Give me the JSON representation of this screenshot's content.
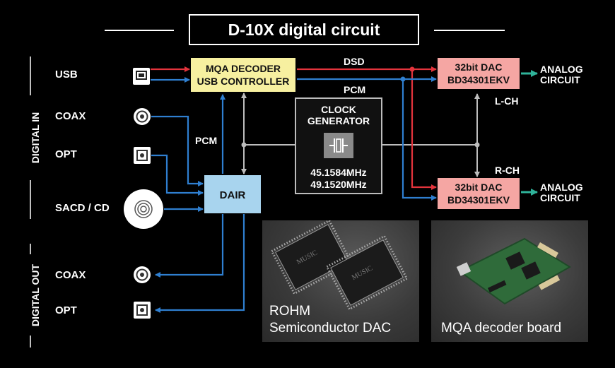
{
  "title": "D-10X digital circuit",
  "sections": {
    "digital_in": "DIGITAL IN",
    "digital_out": "DIGITAL OUT"
  },
  "inputs": {
    "usb": "USB",
    "coax": "COAX",
    "opt": "OPT",
    "sacd": "SACD / CD"
  },
  "outputs": {
    "coax": "COAX",
    "opt": "OPT"
  },
  "blocks": {
    "mqa_line1": "MQA DECODER",
    "mqa_line2": "USB CONTROLLER",
    "dair": "DAIR",
    "clock_line1": "CLOCK",
    "clock_line2": "GENERATOR",
    "freq1": "45.1584MHz",
    "freq2": "49.1520MHz",
    "dac_top_line1": "32bit DAC",
    "dac_top_line2": "BD34301EKV",
    "dac_bot_line1": "32bit DAC",
    "dac_bot_line2": "BD34301EKV"
  },
  "signals": {
    "dsd": "DSD",
    "pcm_top": "PCM",
    "pcm_left": "PCM",
    "lch": "L-CH",
    "rch": "R-CH",
    "analog_top_1": "ANALOG",
    "analog_top_2": "CIRCUIT",
    "analog_bot_1": "ANALOG",
    "analog_bot_2": "CIRCUIT"
  },
  "photos": {
    "rohm_line1": "ROHM",
    "rohm_line2": "Semiconductor DAC",
    "mqa_board": "MQA decoder board",
    "chip_text": "MUSIC"
  },
  "colors": {
    "red": "#e3343c",
    "blue": "#2f7fd0",
    "gray": "#bdbdbd",
    "mqa_box": "#f7f0a0",
    "dac_box": "#f5a6a3",
    "dair_box": "#a8d4ee",
    "analog_arrow": "#2fb39a"
  }
}
